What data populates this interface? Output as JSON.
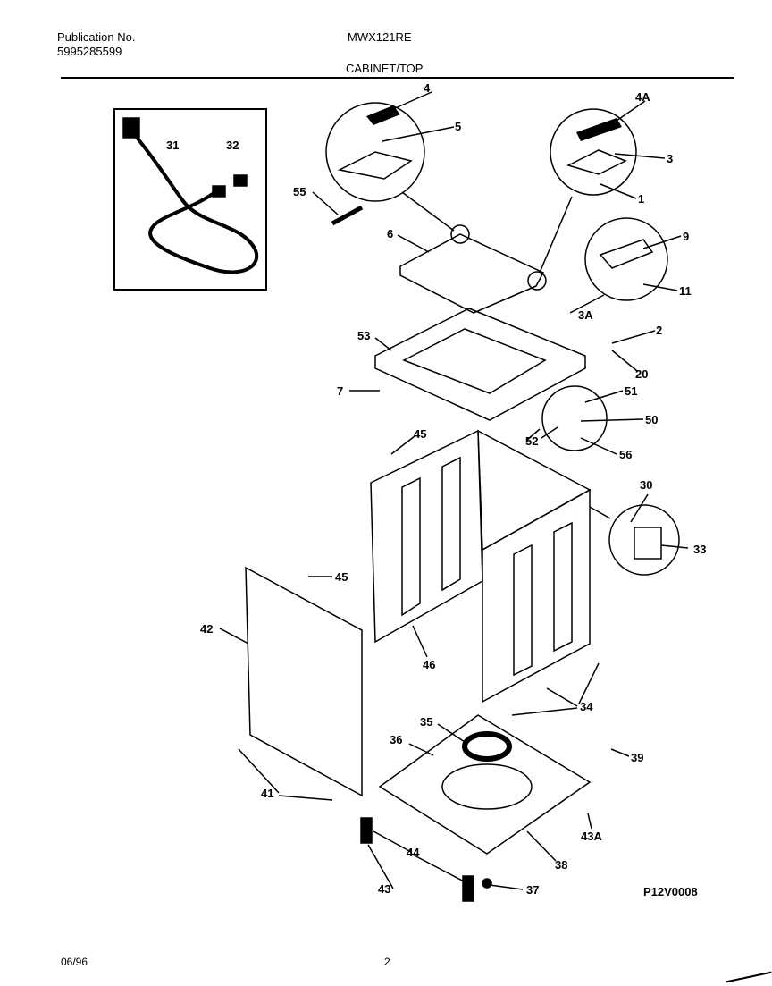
{
  "header": {
    "publication_label": "Publication No.",
    "publication_number": "5995285599",
    "model": "MWX121RE",
    "section": "CABINET/TOP"
  },
  "footer": {
    "date": "06/96",
    "page": "2",
    "drawing_code": "P12V0008"
  },
  "callouts": {
    "c4": "4",
    "c5": "5",
    "c4a": "4A",
    "c3": "3",
    "c1": "1",
    "c55": "55",
    "c6": "6",
    "c9": "9",
    "c11": "11",
    "c3a": "3A",
    "c31": "31",
    "c32": "32",
    "c53": "53",
    "c2": "2",
    "c20": "20",
    "c7": "7",
    "c51": "51",
    "c50": "50",
    "c52": "52",
    "c56": "56",
    "c45a": "45",
    "c45b": "45",
    "c30": "30",
    "c33": "33",
    "c42": "42",
    "c46": "46",
    "c34": "34",
    "c35": "35",
    "c36": "36",
    "c39": "39",
    "c41": "41",
    "c43a": "43A",
    "c44": "44",
    "c38": "38",
    "c43": "43",
    "c37": "37"
  }
}
